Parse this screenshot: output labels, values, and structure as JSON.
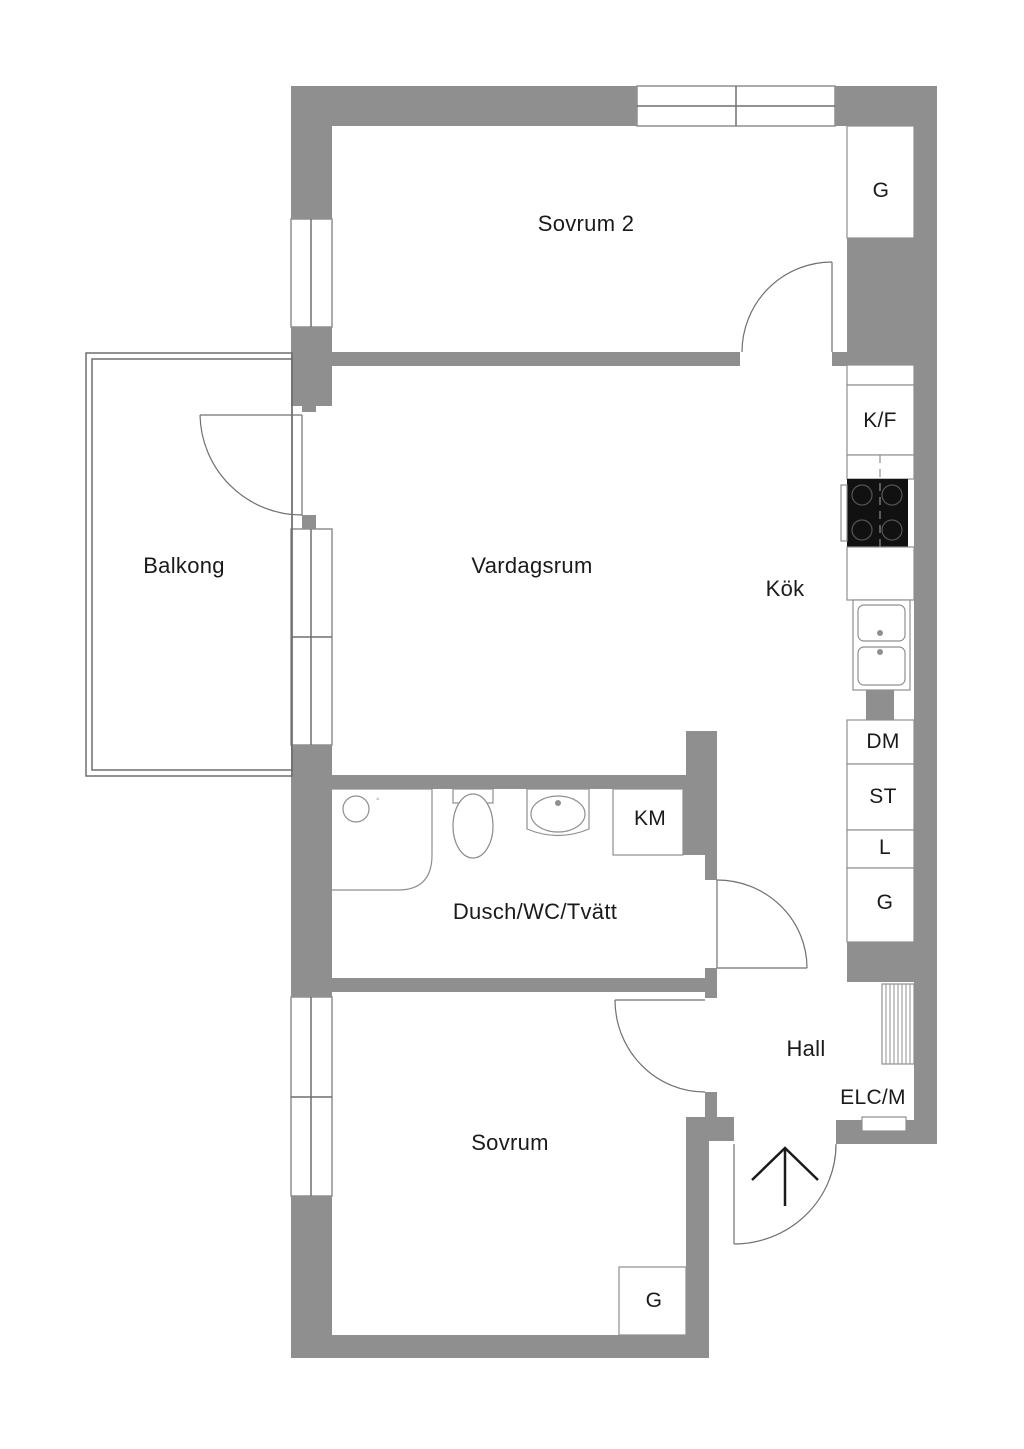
{
  "rooms": {
    "sovrum2": "Sovrum 2",
    "balkong": "Balkong",
    "vardagsrum": "Vardagsrum",
    "kok": "Kök",
    "dusch": "Dusch/WC/Tvätt",
    "hall": "Hall",
    "sovrum": "Sovrum"
  },
  "fixtures": {
    "g_top": "G",
    "kf": "K/F",
    "dm": "DM",
    "st": "ST",
    "l": "L",
    "g_kitchen": "G",
    "km": "KM",
    "elc": "ELC/M",
    "g_bottom": "G"
  },
  "colors": {
    "wall": "#8f8f8f",
    "stove": "#111111",
    "background": "#ffffff"
  }
}
